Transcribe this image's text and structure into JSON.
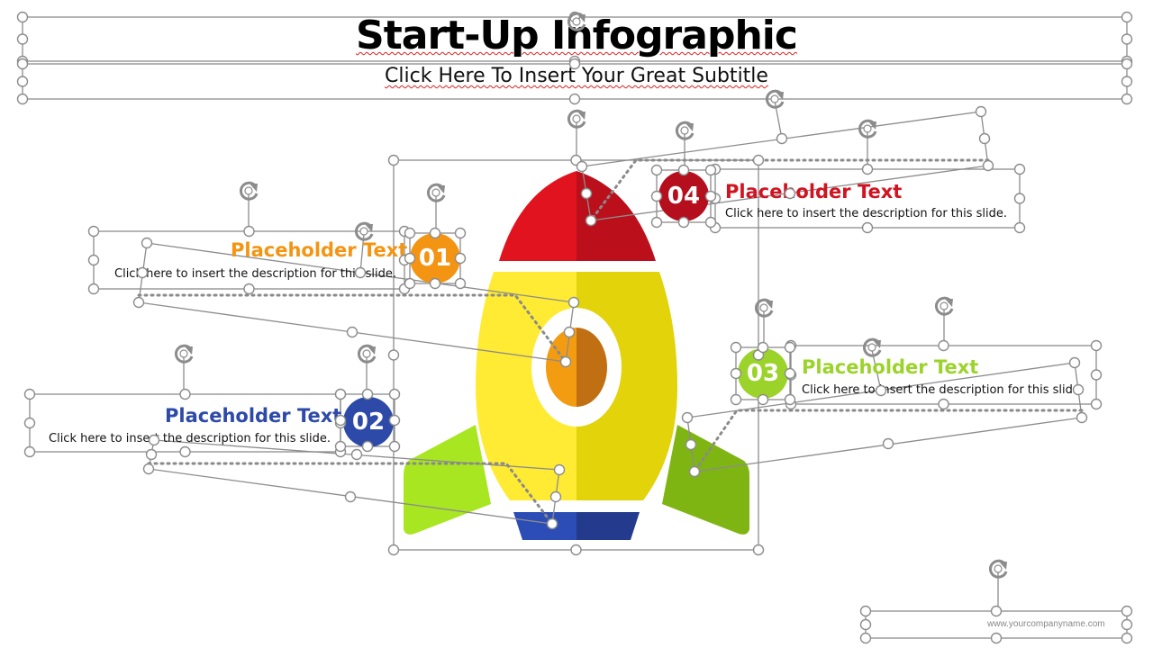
{
  "slide": {
    "title": "Start-Up Infographic",
    "subtitle": "Click Here To Insert Your Great Subtitle"
  },
  "items": [
    {
      "number": "01",
      "heading": "Placeholder Text",
      "description": "Click here to insert the description for this slide.",
      "color": "#F39412"
    },
    {
      "number": "02",
      "heading": "Placeholder Text",
      "description": "Click here to insert the description for this slide.",
      "color": "#2E4AA8"
    },
    {
      "number": "03",
      "heading": "Placeholder Text",
      "description": "Click here to insert the description for this slide.",
      "color": "#9BD32A"
    },
    {
      "number": "04",
      "heading": "Placeholder Text",
      "description": "Click here to insert the description for this slide.",
      "color": "#D01421"
    }
  ],
  "footer": {
    "text": "www.yourcompanyname.com"
  },
  "colors": {
    "nose_left": "#E1131F",
    "nose_right": "#BC0F1C",
    "body_left": "#FFEB33",
    "body_right": "#E2D30A",
    "window_left": "#F39C12",
    "window_right": "#C07013",
    "fin_left": "#A8E621",
    "fin_right": "#7FB513",
    "base_left": "#2B4DB5",
    "base_right": "#243A8C",
    "selection": "#8c8c8c"
  },
  "icons": {
    "rotate": "rotate-icon",
    "handle": "resize-handle"
  }
}
